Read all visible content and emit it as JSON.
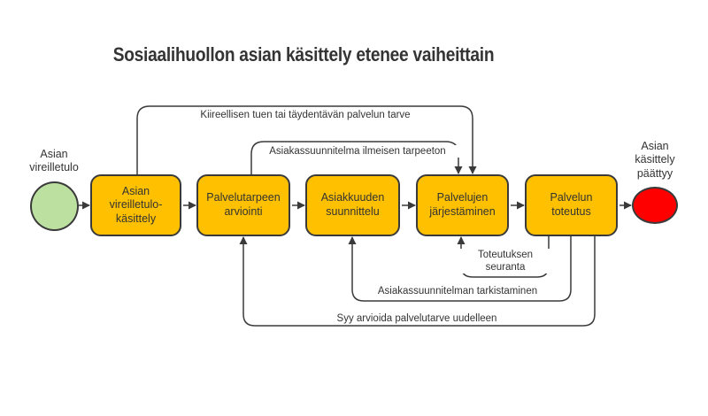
{
  "title": "Sosiaalihuollon asian käsittely etenee vaiheittain",
  "colors": {
    "stage_fill": "#FFC000",
    "stage_border": "#3A3A3A",
    "start_fill": "#BCE0A0",
    "end_fill": "#FF0000",
    "arrow": "#3A3A3A",
    "text": "#333333",
    "background": "#FFFFFF"
  },
  "nodes": {
    "start": {
      "label": "Asian\nvireilletulo"
    },
    "end": {
      "label": "Asian\nkäsittely\npäättyy"
    },
    "stages": [
      {
        "label": "Asian\nvireilletulo-\nkäsittely"
      },
      {
        "label": "Palvelutarpeen\narviointi"
      },
      {
        "label": "Asiakkuuden\nsuunnittelu"
      },
      {
        "label": "Palvelujen\njärjestäminen"
      },
      {
        "label": "Palvelun\ntoteutus"
      }
    ]
  },
  "edge_labels": {
    "urgent_need": "Kiireellisen tuen tai täydentävän palvelun tarve",
    "plan_unnecessary": "Asiakassuunnitelma ilmeisen tarpeeton",
    "monitoring": "Toteutuksen\nseuranta",
    "plan_revision": "Asiakassuunnitelman tarkistaminen",
    "reassess_need": "Syy arvioida palvelutarve uudelleen"
  }
}
